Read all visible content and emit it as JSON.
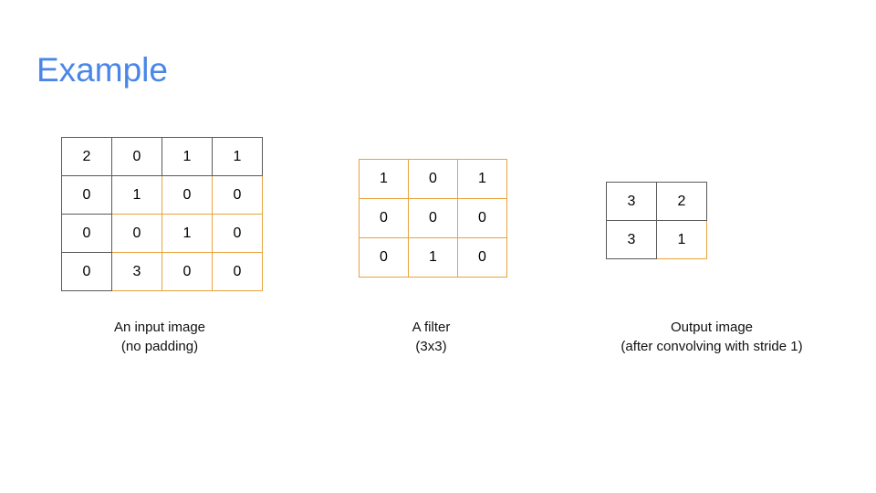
{
  "slide": {
    "title": "Example",
    "title_color": "#4a86e8",
    "background_color": "#ffffff",
    "grid_color": "#e8a33d",
    "outline_color": "#595959"
  },
  "figures": {
    "input": {
      "caption_line1": "An input image",
      "caption_line2": "(no padding)",
      "rows": 4,
      "cols": 4,
      "values": [
        [
          "2",
          "0",
          "1",
          "1"
        ],
        [
          "0",
          "1",
          "0",
          "0"
        ],
        [
          "0",
          "0",
          "1",
          "0"
        ],
        [
          "0",
          "3",
          "0",
          "0"
        ]
      ]
    },
    "filter": {
      "caption_line1": "A filter",
      "caption_line2": "(3x3)",
      "rows": 3,
      "cols": 3,
      "values": [
        [
          "1",
          "0",
          "1"
        ],
        [
          "0",
          "0",
          "0"
        ],
        [
          "0",
          "1",
          "0"
        ]
      ]
    },
    "output": {
      "caption_line1": "Output image",
      "caption_line2": "(after convolving with stride 1)",
      "rows": 2,
      "cols": 2,
      "values": [
        [
          "3",
          "2"
        ],
        [
          "3",
          "1"
        ]
      ]
    }
  }
}
